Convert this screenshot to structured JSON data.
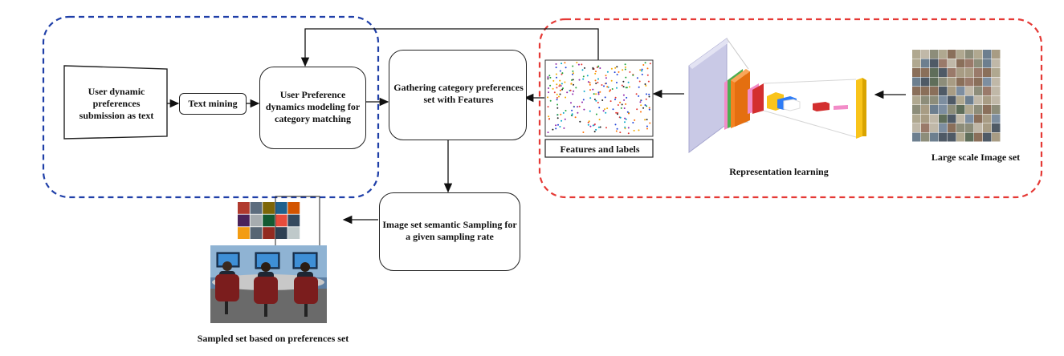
{
  "nodes": {
    "user_input": "User dynamic preferences submission as text",
    "text_mining": "Text mining",
    "preference_modeling": "User Preference dynamics modeling for category matching",
    "gathering": "Gathering category  preferences set with Features",
    "sampling": "Image set semantic Sampling for a given sampling rate",
    "features_labels": "Features and labels",
    "representation_learning": "Representation learning",
    "large_scale_image_set": "Large scale Image set",
    "sampled_set": "Sampled set based on preferences set"
  },
  "colors": {
    "blue_group": "#1f3fa8",
    "red_group": "#e53935",
    "stroke": "#222222",
    "cnn_front": "#c9c9e6",
    "cnn_orange": "#f58220",
    "cnn_green": "#4caf50",
    "cnn_pink": "#f28cc8",
    "cnn_red": "#d32f2f",
    "cnn_yellow": "#f9c41a",
    "cnn_blue": "#2e7cf6"
  }
}
